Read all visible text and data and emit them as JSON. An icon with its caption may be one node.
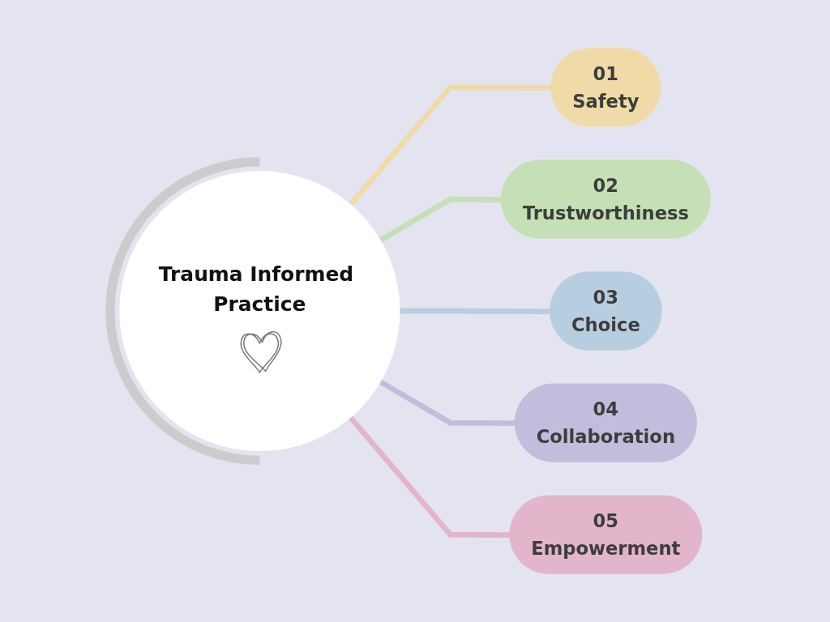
{
  "diagram": {
    "nodes": [
      {
        "text": [
          "Trauma Informed Practice"
        ]
      },
      {
        "text": [
          "01",
          "Safety"
        ]
      },
      {
        "text": [
          "02",
          "Trustworthiness"
        ]
      },
      {
        "text": [
          "03",
          "Choice"
        ]
      },
      {
        "text": [
          "04",
          "Collaboration"
        ]
      },
      {
        "text": [
          "05",
          "Empowerment"
        ]
      }
    ],
    "edges": [
      {
        "from": 0,
        "to": 1,
        "arrow": "none",
        "color": "#f0dba8"
      },
      {
        "from": 0,
        "to": 2,
        "arrow": "none",
        "color": "#c5dfb6"
      },
      {
        "from": 0,
        "to": 3,
        "arrow": "none",
        "color": "#b7cde0"
      },
      {
        "from": 0,
        "to": 4,
        "arrow": "none",
        "color": "#c4bcdc"
      },
      {
        "from": 0,
        "to": 5,
        "arrow": "none",
        "color": "#e3b5cb"
      }
    ]
  }
}
